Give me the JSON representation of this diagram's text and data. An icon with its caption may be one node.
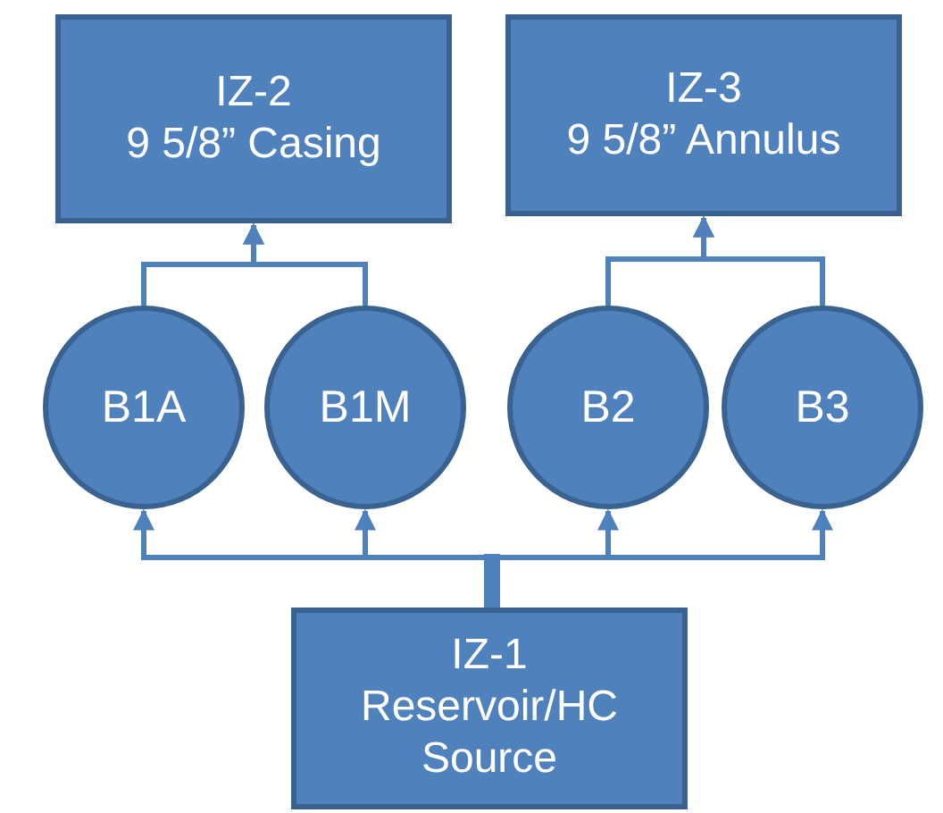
{
  "diagram": {
    "nodes": [
      {
        "text": [
          "IZ-2",
          "9 5/8” Casing"
        ]
      },
      {
        "text": [
          "IZ-3",
          "9 5/8” Annulus"
        ]
      },
      {
        "text": [
          "B1A"
        ]
      },
      {
        "text": [
          "B1M"
        ]
      },
      {
        "text": [
          "B2"
        ]
      },
      {
        "text": [
          "B3"
        ]
      },
      {
        "text": [
          "IZ-1",
          "Reservoir/HC Source"
        ]
      }
    ],
    "edges": [
      {
        "from": 6,
        "to": 2,
        "arrow": "to"
      },
      {
        "from": 6,
        "to": 3,
        "arrow": "to"
      },
      {
        "from": 6,
        "to": 4,
        "arrow": "to"
      },
      {
        "from": 6,
        "to": 5,
        "arrow": "to"
      },
      {
        "from": 2,
        "to": 0,
        "arrow": "to"
      },
      {
        "from": 3,
        "to": 0,
        "arrow": "to"
      },
      {
        "from": 4,
        "to": 1,
        "arrow": "to"
      },
      {
        "from": 5,
        "to": 1,
        "arrow": "to"
      }
    ]
  }
}
